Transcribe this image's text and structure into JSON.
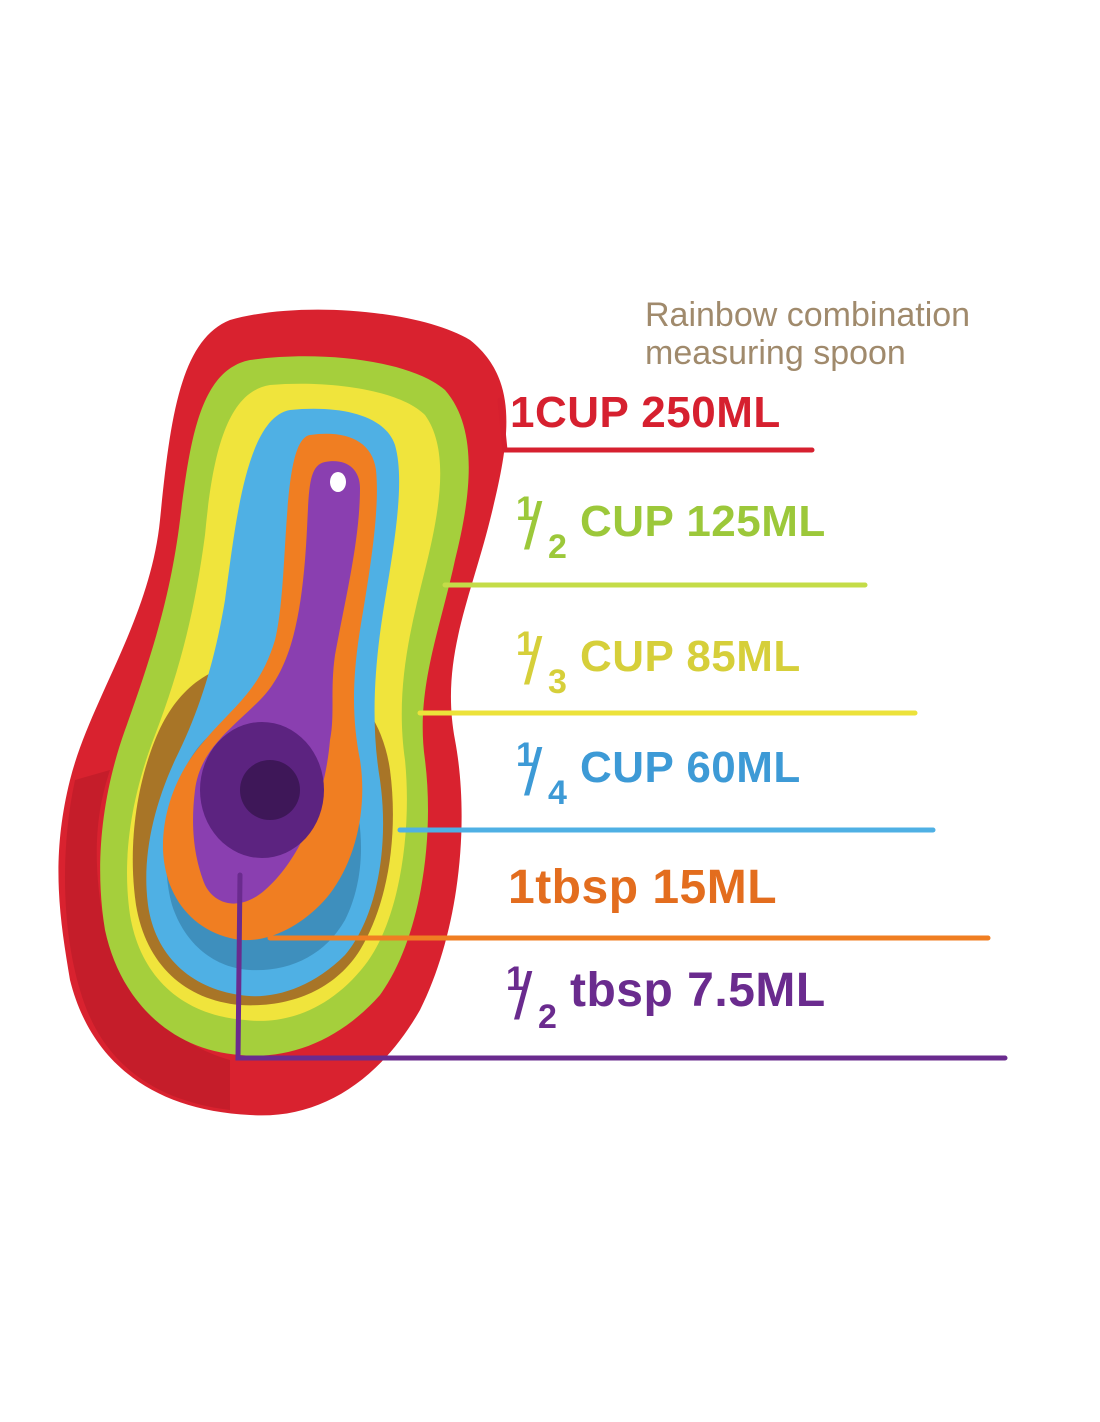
{
  "subtitle": "Rainbow combination measuring spoon",
  "colors": {
    "red": "#d6202f",
    "lime": "#9cc83a",
    "yellow": "#e8e23a",
    "blue": "#3d9ad6",
    "orange": "#e36d1e",
    "purple": "#6a2b8e"
  },
  "labels": {
    "cup1": "1CUP 250ML",
    "cup_half": {
      "numerator": "1",
      "slash": "/",
      "denominator": "2",
      "rest": "CUP 125ML"
    },
    "cup_third": {
      "numerator": "1",
      "slash": "/",
      "denominator": "3",
      "rest": "CUP 85ML"
    },
    "cup_quarter": {
      "numerator": "1",
      "slash": "/",
      "denominator": "4",
      "rest": "CUP 60ML"
    },
    "tbsp1": "1tbsp 15ML",
    "tbsp_half": {
      "numerator": "1",
      "slash": "/",
      "denominator": "2",
      "rest": "tbsp 7.5ML"
    }
  }
}
